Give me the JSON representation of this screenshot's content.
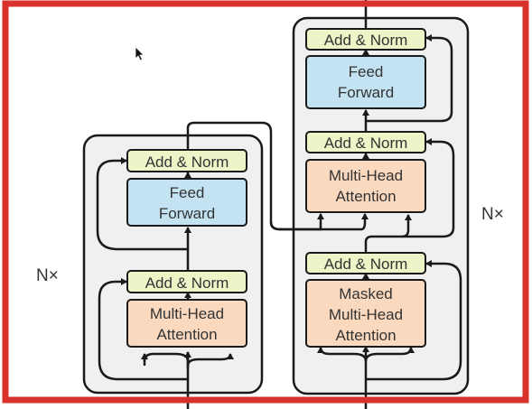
{
  "encoder": {
    "add_norm_top": "Add & Norm",
    "feed_forward_line1": "Feed",
    "feed_forward_line2": "Forward",
    "add_norm_bottom": "Add & Norm",
    "attention_line1": "Multi-Head",
    "attention_line2": "Attention",
    "repeat_label": "N×"
  },
  "decoder": {
    "add_norm_top": "Add & Norm",
    "feed_forward_line1": "Feed",
    "feed_forward_line2": "Forward",
    "add_norm_middle": "Add & Norm",
    "cross_attention_line1": "Multi-Head",
    "cross_attention_line2": "Attention",
    "add_norm_bottom": "Add & Norm",
    "masked_attention_line1": "Masked",
    "masked_attention_line2": "Multi-Head",
    "masked_attention_line3": "Attention",
    "repeat_label": "N×"
  },
  "colors": {
    "frame_border": "#d9312b",
    "stack_fill": "#f0f0f0",
    "add_norm_fill": "#eef3c8",
    "feed_forward_fill": "#c4e3f2",
    "attention_fill": "#fad9bf",
    "stroke": "#1a1a1a"
  },
  "cursor": {
    "icon": "mouse-pointer-icon"
  }
}
